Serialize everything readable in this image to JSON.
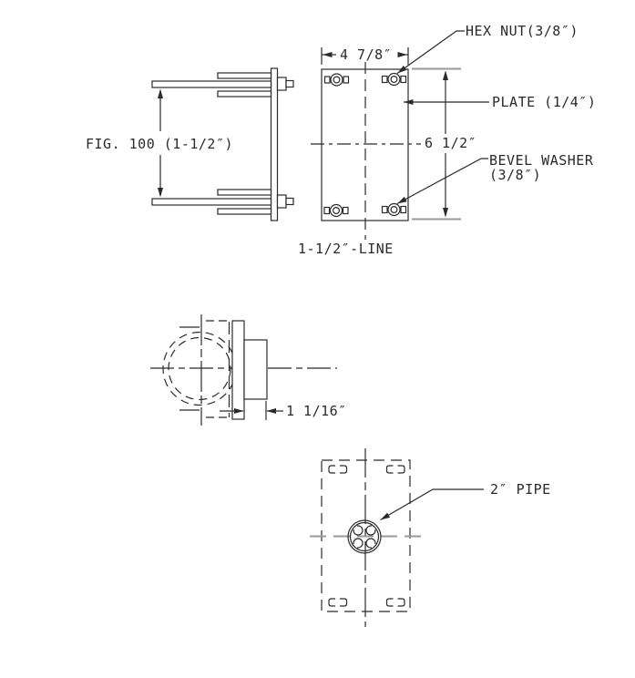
{
  "drawing": {
    "title_note": "FIG. 100 (1-1/2″)",
    "background_color": "#ffffff",
    "line_color": "#2b2b2b",
    "centerline_gray": "#9a9a9a",
    "labels": {
      "hex_nut": "HEX NUT(3/8″)",
      "plate": "PLATE (1/4″)",
      "bevel_washer_line1": "BEVEL WASHER",
      "bevel_washer_line2": "(3/8″)",
      "line_size": "1-1/2″-LINE",
      "pipe": "2″ PIPE"
    },
    "dimensions": {
      "plate_width": "4 7/8″",
      "plate_height": "6 1/2″",
      "boss_depth": "1 1/16″"
    }
  }
}
